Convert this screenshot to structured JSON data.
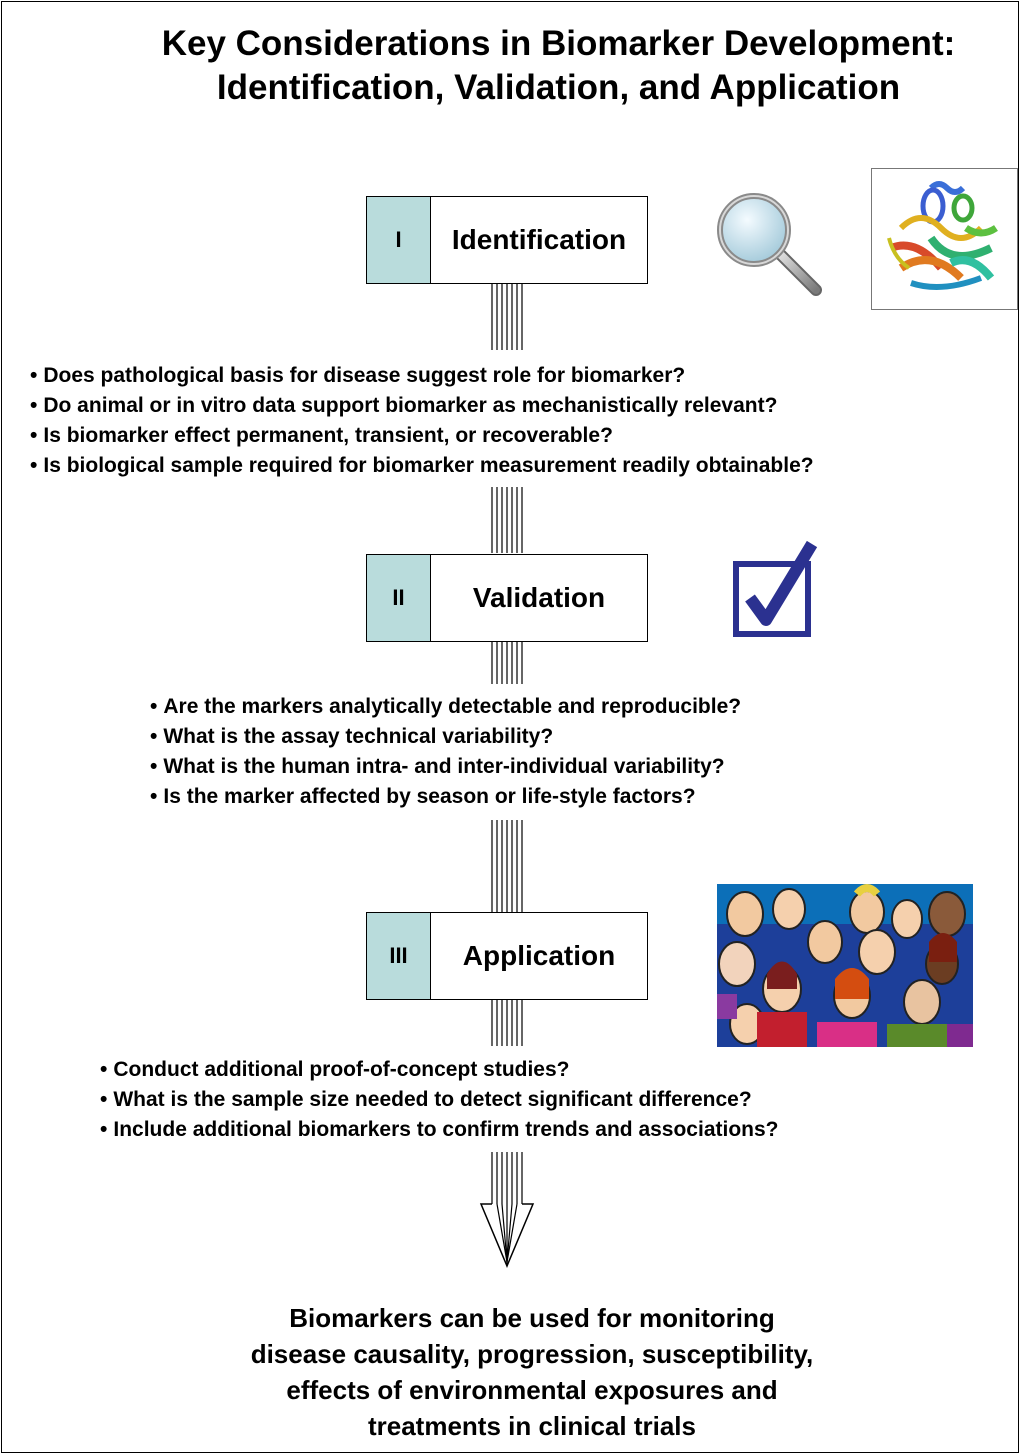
{
  "title": {
    "line1": "Key Considerations in Biomarker Development:",
    "line2": "Identification, Validation, and Application"
  },
  "stages": [
    {
      "numeral": "I",
      "label": "Identification",
      "questions": [
        "Does pathological basis for disease suggest role for biomarker?",
        "Do animal or in vitro data support biomarker as mechanistically relevant?",
        "Is  biomarker effect permanent, transient, or recoverable?",
        "Is biological sample required for biomarker measurement readily obtainable?"
      ],
      "icon": "magnifying-glass-icon",
      "picture": "protein-structure-illustration"
    },
    {
      "numeral": "II",
      "label": "Validation",
      "questions": [
        "Are the markers analytically detectable and reproducible?",
        "What is the assay technical variability?",
        "What is the human intra- and inter-individual variability?",
        "Is the marker affected by season or life-style factors?"
      ],
      "icon": "checkbox-checked-icon"
    },
    {
      "numeral": "III",
      "label": "Application",
      "questions": [
        "Conduct additional proof-of-concept studies?",
        "What is the sample size needed to detect significant difference?",
        "Include additional biomarkers to confirm trends and associations?"
      ],
      "picture": "crowd-of-people-illustration"
    }
  ],
  "conclusion": {
    "line1": "Biomarkers can be used for monitoring",
    "line2": "disease causality, progression, susceptibility,",
    "line3": "effects of environmental exposures and",
    "line4": "treatments in clinical trials"
  },
  "colors": {
    "numeral_fill": "#b9dcdc",
    "check_color": "#2b3190",
    "magnifier_lens": "#cfe6f0"
  }
}
